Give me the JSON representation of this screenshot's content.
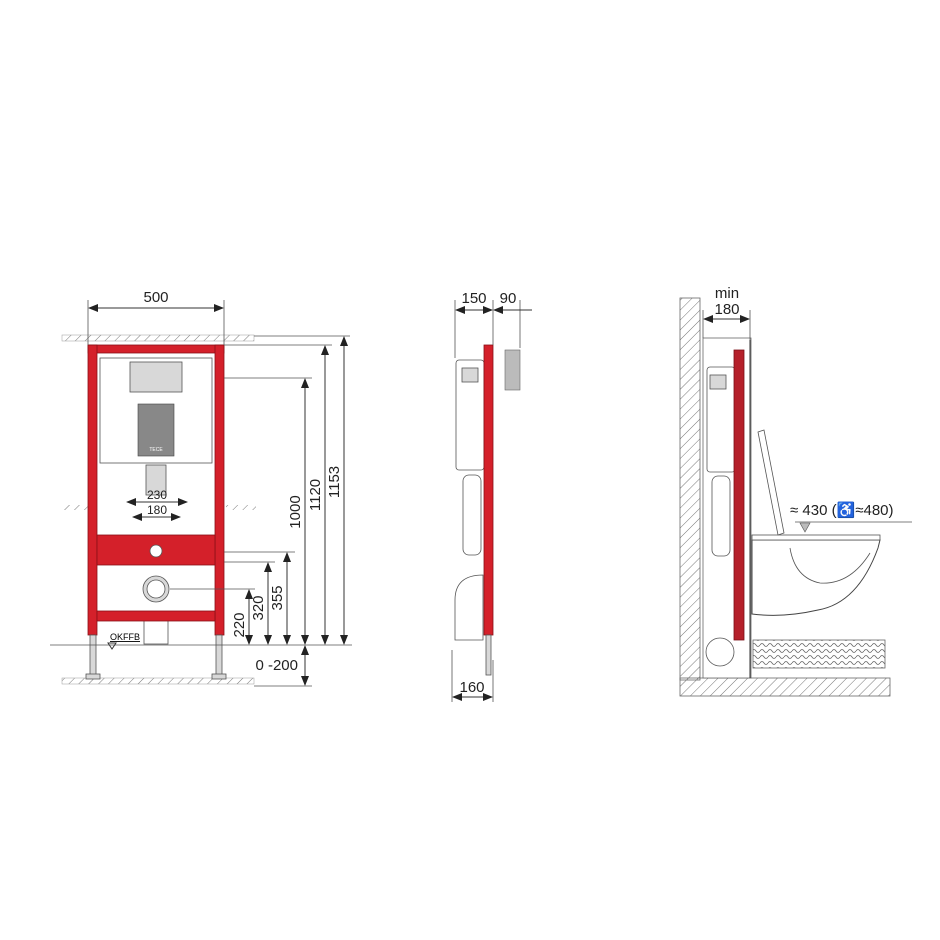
{
  "front_view": {
    "width_label": "500",
    "flush_spacing_outer": "230",
    "flush_spacing_inner": "180",
    "height_1000": "1000",
    "height_1120": "1120",
    "height_1153": "1153",
    "height_355": "355",
    "height_320": "320",
    "height_220": "220",
    "leg_range": "0 -200",
    "floor_label": "OKFFB",
    "brand_label": "TECE"
  },
  "side_view": {
    "depth_150": "150",
    "depth_90": "90",
    "foot_160": "160"
  },
  "installed_view": {
    "min_label": "min",
    "min_depth": "180",
    "seat_height": "≈ 430 (♿≈480)"
  },
  "colors": {
    "frame_red": "#d4202a",
    "line": "#333333"
  }
}
